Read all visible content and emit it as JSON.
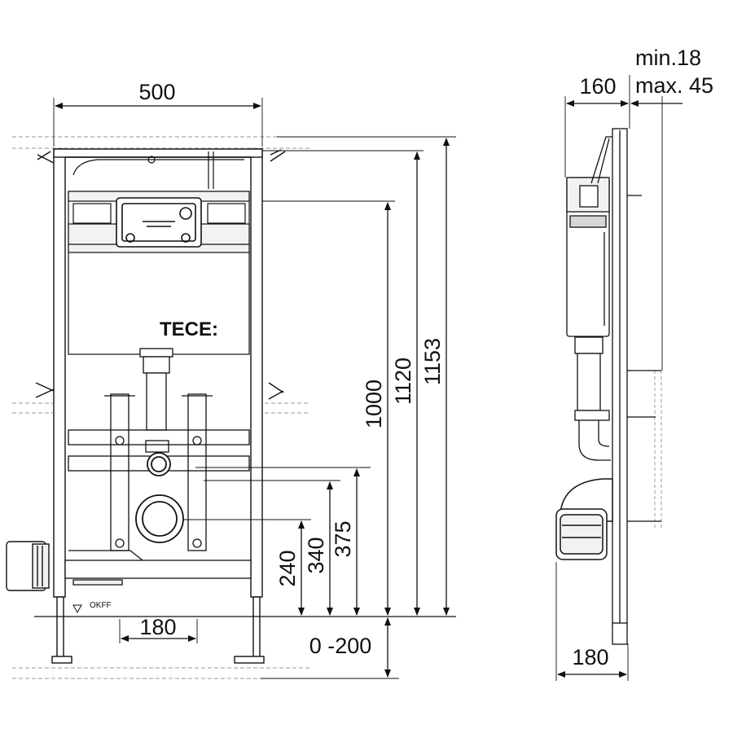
{
  "front_view": {
    "brand_label": "TECE:",
    "floor_label": "OKFF",
    "dimensions": {
      "frame_width": "500",
      "bracket_spacing": "180",
      "height_1000": "1000",
      "height_1120": "1120",
      "height_1153": "1153",
      "height_240": "240",
      "height_340": "340",
      "height_375": "375",
      "foot_range": "0 -200"
    }
  },
  "side_view": {
    "dimensions": {
      "depth_160": "160",
      "wall_min": "min.18",
      "wall_max": "max. 45",
      "depth_180": "180"
    }
  },
  "colors": {
    "line": "#111111",
    "hatch": "#9a9a9a",
    "fill_light": "#f2f2f2",
    "fill_mid": "#d6d6d6"
  }
}
